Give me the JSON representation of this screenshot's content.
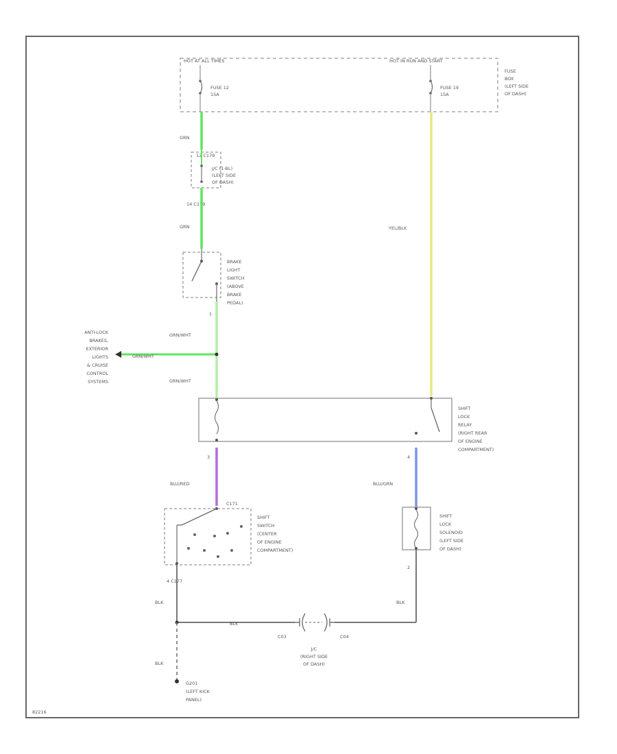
{
  "colors": {
    "grn": "#5de55d",
    "grn_wht": "#b2f0a6",
    "yel_blk": "#e3e88a",
    "blu_red": "#b36cd6",
    "blu_grn": "#7c96e6",
    "wire": "#777777",
    "frame": "#666666"
  },
  "fuse_box": {
    "hot_always": "HOT AT ALL TIMES",
    "hot_start": "HOT IN RUN AND START",
    "fuse12": "FUSE 12",
    "fuse12_amp": "15A",
    "fuse19": "FUSE 19",
    "fuse19_amp": "15A",
    "desc": [
      "FUSE",
      "BOX",
      "(LEFT SIDE",
      "OF DASH)"
    ]
  },
  "jc": {
    "pin_top": "12  C179",
    "desc": [
      "J/C (1-BL)",
      "(LEFT SIDE",
      "OF DASH)"
    ],
    "pin_bottom": "14   C179"
  },
  "wires": {
    "grn_1": "GRN",
    "grn_2": "GRN",
    "yel_blk": "YEL/BLK",
    "grn_wht_1": "GRN/WHT",
    "grn_wht_2": "GRN/WHT",
    "grn_wht_branch": "GRN/WHT",
    "blu_red": "BLU/RED",
    "blu_grn": "BLU/GRN",
    "blk_1": "BLK",
    "blk_2": "BLK",
    "blk_3": "BLK",
    "blk_4": "BLK"
  },
  "brake_switch": {
    "pin": "1",
    "desc": [
      "BRAKE",
      "LIGHT",
      "SWITCH",
      "(ABOVE",
      "BRAKE",
      "PEDAL)"
    ]
  },
  "antilock": [
    "ANTI-LOCK",
    "BRAKES,",
    "EXTERIOR",
    "LIGHTS",
    "& CRUISE",
    "CONTROL",
    "SYSTEMS"
  ],
  "relay": {
    "pin_left": "3",
    "pin_right": "4",
    "desc": [
      "SHIFT",
      "LOCK",
      "RELAY",
      "(RIGHT REAR",
      "OF ENGINE",
      "COMPARTMENT)"
    ]
  },
  "shift_switch": {
    "conn_top": "C171",
    "pin_bottom": "4   C177",
    "desc": [
      "SHIFT",
      "SWITCH",
      "(CENTER",
      "OF ENGINE",
      "COMPARTMENT)"
    ]
  },
  "solenoid": {
    "pin_bottom": "2",
    "desc": [
      "SHIFT",
      "LOCK",
      "SOLENOID",
      "(LEFT SIDE",
      "OF DASH)"
    ]
  },
  "jc_bottom": {
    "left": "C03",
    "right": "C04",
    "desc": [
      "J/C",
      "(RIGHT SIDE",
      "OF DASH)"
    ]
  },
  "ground": {
    "desc": [
      "G201",
      "(LEFT KICK",
      "PANEL)"
    ]
  },
  "footer": "82216"
}
